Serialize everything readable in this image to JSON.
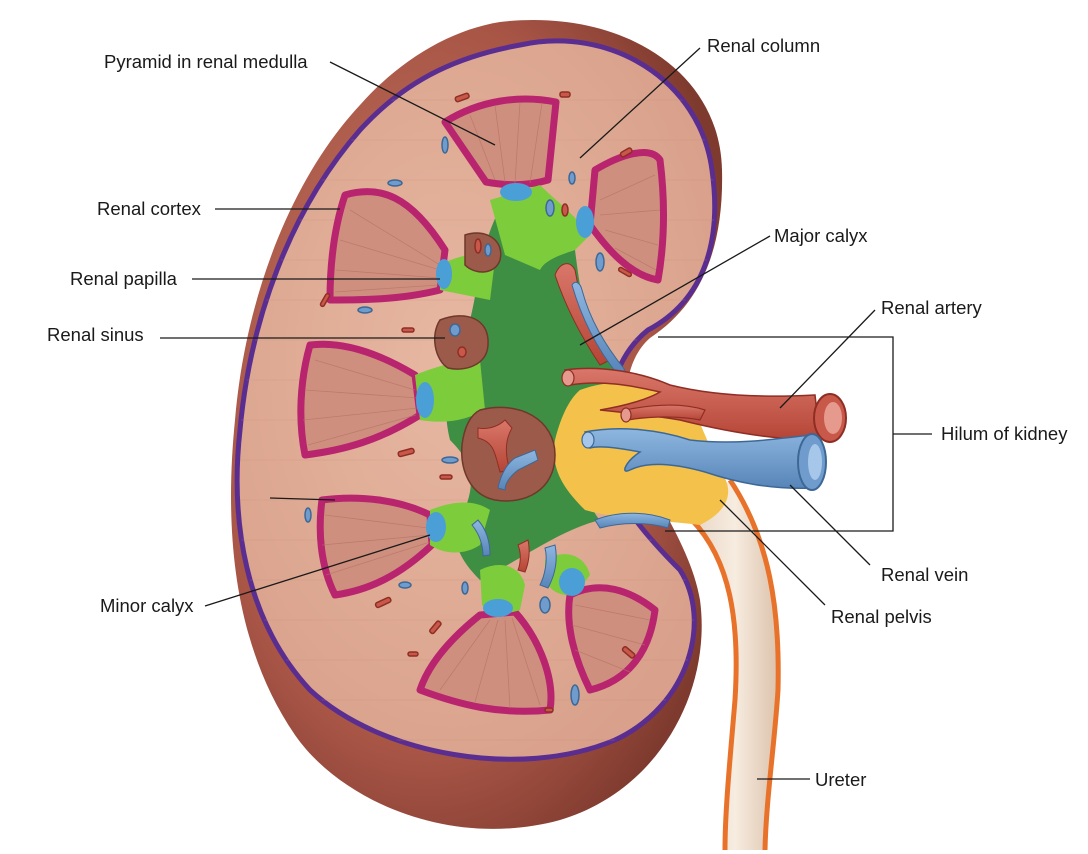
{
  "labels": {
    "pyramid": "Pyramid in renal medulla",
    "renal_column": "Renal column",
    "renal_cortex": "Renal cortex",
    "major_calyx": "Major calyx",
    "renal_papilla": "Renal papilla",
    "renal_artery": "Renal artery",
    "renal_sinus": "Renal sinus",
    "hilum": "Hilum of kidney",
    "minor_calyx": "Minor calyx",
    "renal_vein": "Renal vein",
    "renal_pelvis": "Renal pelvis",
    "ureter": "Ureter"
  },
  "colors": {
    "capsule_outline": "#5a2d91",
    "cortex": "#dba58f",
    "pyramid_outline": "#b8246e",
    "renal_sinus_fill": "#3e8f43",
    "minor_calyx": "#7dcc3c",
    "papilla": "#4a9fd6",
    "renal_pelvis": "#f4c24a",
    "ureter_outline": "#e8722a",
    "artery": "#c8584a",
    "vein": "#6f9ccc"
  }
}
